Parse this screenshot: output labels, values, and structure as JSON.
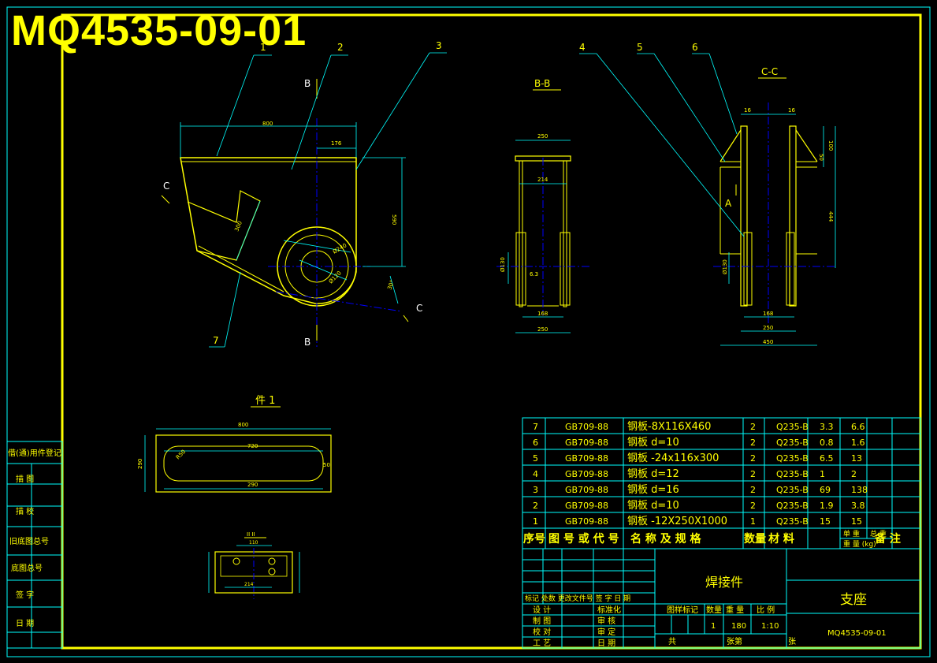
{
  "title": "MQ4535-09-01",
  "balloons": [
    "1",
    "2",
    "3",
    "4",
    "5",
    "6",
    "7"
  ],
  "section_labels": {
    "b_top": "B",
    "b_bottom": "B",
    "c_left": "C",
    "c_right": "C",
    "view_bb": "B-B",
    "view_cc": "C-C",
    "view_a": "A",
    "detail": "件 1",
    "detail_small": "II II"
  },
  "dims": {
    "front_width": "800",
    "front_offset": "176",
    "front_height": "590",
    "front_arm": "300",
    "front_d1": "Ø240",
    "front_d2": "Ø120",
    "front_angle": "30°",
    "bb_top": "250",
    "bb_inner": "214",
    "bb_bot1": "168",
    "bb_bot2": "250",
    "bb_dia": "Ø130",
    "bb_r": "6.3",
    "cc_t1": "16",
    "cc_t2": "16",
    "cc_h1": "100",
    "cc_h2": "50",
    "cc_h3": "444",
    "cc_b1": "168",
    "cc_b2": "250",
    "cc_b3": "450",
    "cc_dia": "Ø130",
    "p1_width": "800",
    "p1_height": "290",
    "p1_slot": "720",
    "p1_r": "R50",
    "p1_w2": "50",
    "p1_in": "290",
    "small_w": "110",
    "small_b": "214"
  },
  "side_labels": [
    "借(通)用件登记",
    "描 图",
    "描 校",
    "旧底图总号",
    "底图总号",
    "签 字",
    "日 期"
  ],
  "bom": {
    "rows": [
      {
        "no": "7",
        "std": "GB709-88",
        "name": "钢板-8X116X460",
        "qty": "2",
        "mat": "Q235-B",
        "unit": "3.3",
        "total": "6.6"
      },
      {
        "no": "6",
        "std": "GB709-88",
        "name": "钢板 d=10",
        "qty": "2",
        "mat": "Q235-B",
        "unit": "0.8",
        "total": "1.6"
      },
      {
        "no": "5",
        "std": "GB709-88",
        "name": "钢板 -24x116x300",
        "qty": "2",
        "mat": "Q235-B",
        "unit": "6.5",
        "total": "13"
      },
      {
        "no": "4",
        "std": "GB709-88",
        "name": "钢板 d=12",
        "qty": "2",
        "mat": "Q235-B",
        "unit": "1",
        "total": "2"
      },
      {
        "no": "3",
        "std": "GB709-88",
        "name": "钢板 d=16",
        "qty": "2",
        "mat": "Q235-B",
        "unit": "69",
        "total": "138"
      },
      {
        "no": "2",
        "std": "GB709-88",
        "name": "钢板 d=10",
        "qty": "2",
        "mat": "Q235-B",
        "unit": "1.9",
        "total": "3.8"
      },
      {
        "no": "1",
        "std": "GB709-88",
        "name": "钢板 -12X250X1000",
        "qty": "1",
        "mat": "Q235-B",
        "unit": "15",
        "total": "15"
      }
    ],
    "header": {
      "no": "序号",
      "std": "图 号 或 代 号",
      "name": "名 称 及 规 格",
      "qty": "数量",
      "mat": "材 料",
      "unit_top": "单 重",
      "total_top": "总 重",
      "weight": "重 量 (kg)",
      "remark": "备 注"
    }
  },
  "title_block": {
    "part_type": "焊接件",
    "part_name": "支座",
    "drawing_no": "MQ4535-09-01",
    "revision_row": "标记 处数  更改文件号  签  字 日 期",
    "roles_left": [
      "设 计",
      "制 图",
      "校 对",
      "工 艺"
    ],
    "std_label": "标准化",
    "roles_right": [
      "审 核",
      "审 定",
      "日 期"
    ],
    "stage_label": "图样标记",
    "qty_label": "数量",
    "weight_label": "重 量",
    "scale_label": "比 例",
    "qty_value": "1",
    "weight_value": "180",
    "scale_value": "1:10",
    "sheets_total": "共",
    "sheet_no": "张第",
    "sheet_suffix": "张"
  }
}
